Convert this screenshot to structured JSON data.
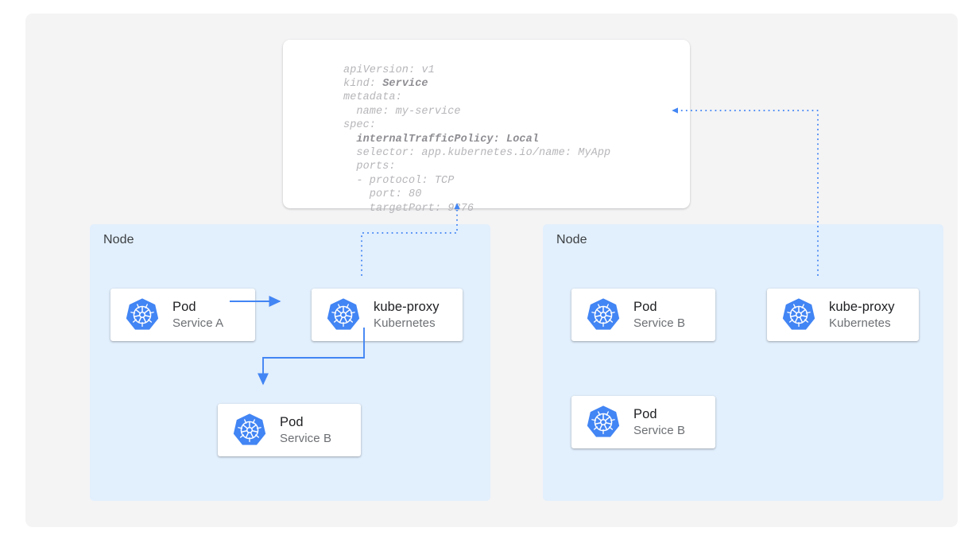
{
  "canvas": {
    "background": "#f4f4f5",
    "page_background": "#ffffff"
  },
  "colors": {
    "accent_blue": "#4285f4",
    "node_panel": "#e2effc",
    "card_surface": "#ffffff",
    "title_text": "#202124",
    "subtitle_text": "#6c6f73",
    "yaml_text": "#b6b6ba",
    "yaml_bold_text": "#8e8e93"
  },
  "yaml_spec": {
    "name": "service-manifest",
    "lines": [
      {
        "text": "apiVersion: v1",
        "indent": 0,
        "bold": false
      },
      {
        "text": "kind: ",
        "indent": 0,
        "bold": false,
        "bold_tail": "Service"
      },
      {
        "text": "metadata:",
        "indent": 0,
        "bold": false
      },
      {
        "text": "name: my-service",
        "indent": 1,
        "bold": false
      },
      {
        "text": "spec:",
        "indent": 0,
        "bold": false
      },
      {
        "text": "internalTrafficPolicy: Local",
        "indent": 1,
        "bold": true
      },
      {
        "text": "selector: app.kubernetes.io/name: MyApp",
        "indent": 1,
        "bold": false
      },
      {
        "text": "ports:",
        "indent": 1,
        "bold": false
      },
      {
        "text": "- protocol: TCP",
        "indent": 1,
        "bold": false
      },
      {
        "text": "port: 80",
        "indent": 2,
        "bold": false
      },
      {
        "text": "targetPort: 9376",
        "indent": 2,
        "bold": false
      }
    ],
    "raw": "apiVersion: v1\nkind: Service\nmetadata:\n  name: my-service\nspec:\n  internalTrafficPolicy: Local\n  selector: app.kubernetes.io/name: MyApp\n  ports:\n  - protocol: TCP\n    port: 80\n    targetPort: 9376"
  },
  "nodes": [
    {
      "id": "node-left",
      "label": "Node",
      "cards": [
        {
          "id": "card-pod-a",
          "title": "Pod",
          "subtitle": "Service A",
          "icon": "kubernetes-logo-icon"
        },
        {
          "id": "card-kubeproxy-l",
          "title": "kube-proxy",
          "subtitle": "Kubernetes",
          "icon": "kubernetes-logo-icon"
        },
        {
          "id": "card-pod-b-left",
          "title": "Pod",
          "subtitle": "Service B",
          "icon": "kubernetes-logo-icon"
        }
      ]
    },
    {
      "id": "node-right",
      "label": "Node",
      "cards": [
        {
          "id": "card-pod-b1-right",
          "title": "Pod",
          "subtitle": "Service B",
          "icon": "kubernetes-logo-icon"
        },
        {
          "id": "card-pod-b2-right",
          "title": "Pod",
          "subtitle": "Service B",
          "icon": "kubernetes-logo-icon"
        },
        {
          "id": "card-kubeproxy-r",
          "title": "kube-proxy",
          "subtitle": "Kubernetes",
          "icon": "kubernetes-logo-icon"
        }
      ]
    }
  ],
  "connectors": [
    {
      "id": "pod-a-to-kubeproxy",
      "style": "solid",
      "arrow": "end",
      "from": "card-pod-a",
      "to": "card-kubeproxy-l"
    },
    {
      "id": "kubeproxy-to-pod-b",
      "style": "solid",
      "arrow": "end",
      "from": "card-kubeproxy-l",
      "to": "card-pod-b-left"
    },
    {
      "id": "kubeproxy-left-to-spec",
      "style": "dotted",
      "arrow": "end",
      "from": "card-kubeproxy-l",
      "to": "yaml-card"
    },
    {
      "id": "kubeproxy-right-to-spec",
      "style": "dotted",
      "arrow": "end",
      "from": "card-kubeproxy-r",
      "to": "yaml-card"
    }
  ]
}
